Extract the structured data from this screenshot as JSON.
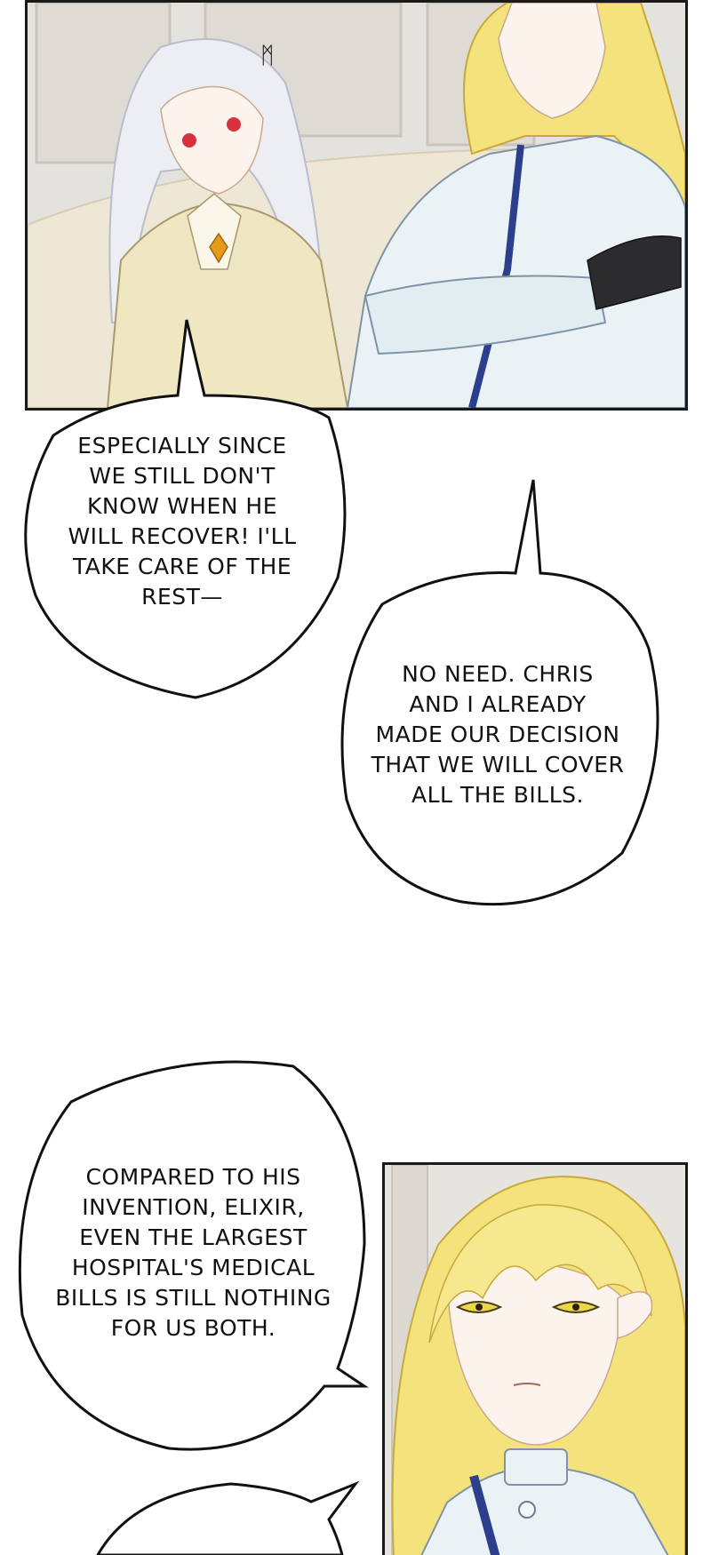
{
  "page": {
    "background": "#ffffff"
  },
  "panels": [
    {
      "name": "top-panel-two-elves"
    },
    {
      "name": "bottom-panel-blond-elf"
    }
  ],
  "sfx": "ᛗ",
  "bubbles": [
    {
      "text": "ESPECIALLY SINCE\nWE STILL DON'T\nKNOW WHEN HE\nWILL RECOVER! I'LL\nTAKE CARE OF THE\nREST—"
    },
    {
      "text": "NO NEED. CHRIS\nAND I  ALREADY\nMADE OUR DECISION\nTHAT WE WILL COVER\nALL THE BILLS."
    },
    {
      "text": "COMPARED TO HIS\nINVENTION, ELIXIR,\nEVEN THE LARGEST\nHOSPITAL'S MEDICAL\nBILLS IS STILL NOTHING\nFOR US BOTH."
    },
    {
      "text": ""
    }
  ],
  "colors": {
    "wall": "#e4e2dc",
    "sofa": "#efe7d6",
    "silver_hair": "#eceef4",
    "blond_hair": "#f4e27c",
    "cream_coat": "#efe6c2",
    "white_uniform": "#eaf2f6",
    "navy_trim": "#2c3f8c",
    "ink": "#1a1a1a"
  }
}
